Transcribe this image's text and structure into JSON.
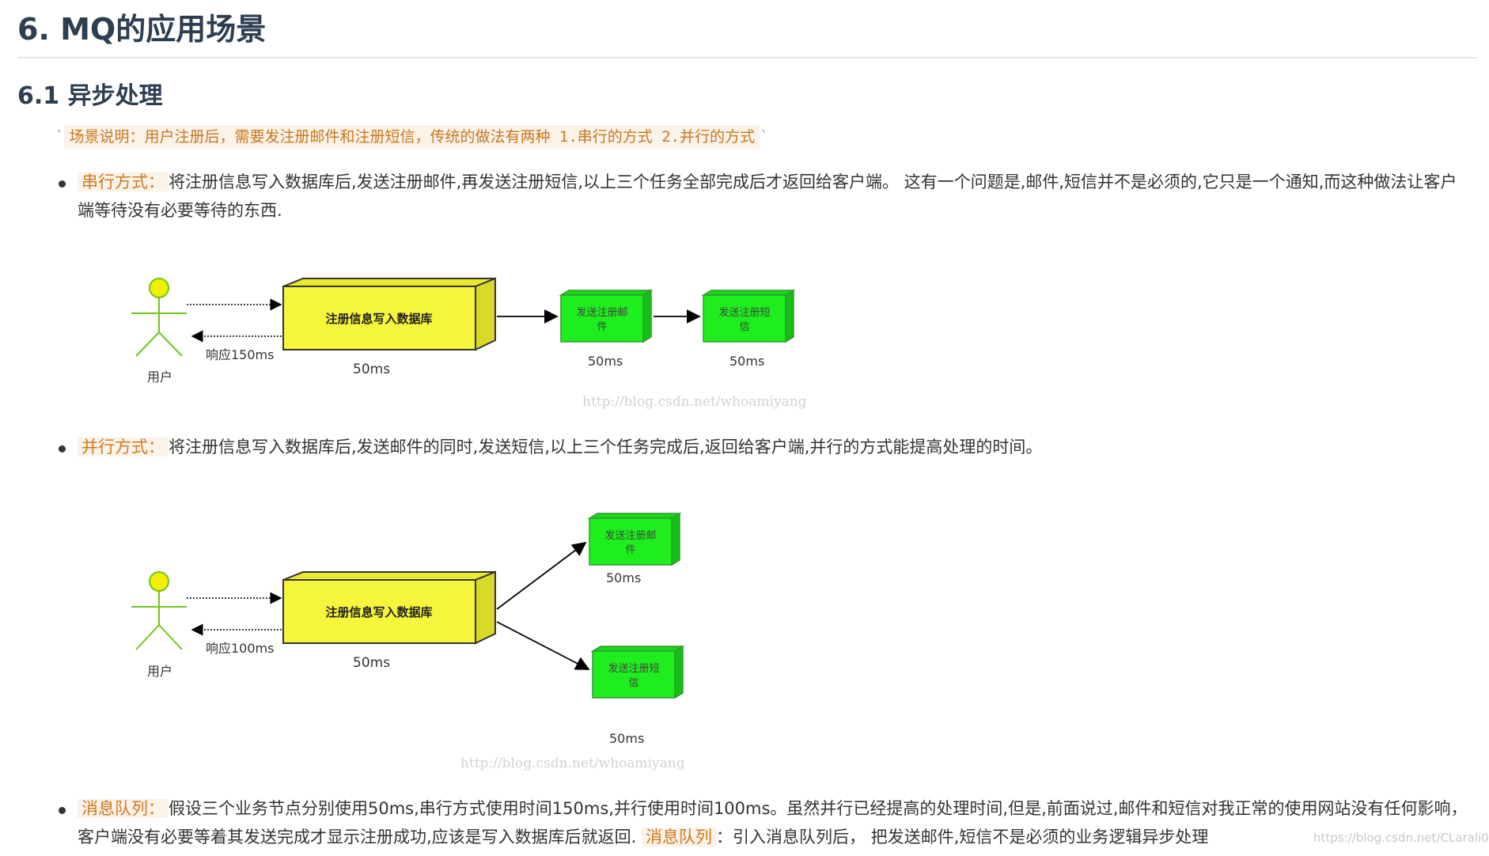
{
  "heading1": "6. MQ的应用场景",
  "heading2": "6.1 异步处理",
  "scenario": {
    "text": "场景说明：用户注册后，需要发注册邮件和注册短信，传统的做法有两种 1.串行的方式 2.并行的方式"
  },
  "serial": {
    "label": "串行方式：",
    "text": "将注册信息写入数据库后,发送注册邮件,再发送注册短信,以上三个任务全部完成后才返回给客户端。 这有一个问题是,邮件,短信并不是必须的,它只是一个通知,而这种做法让客户端等待没有必要等待的东西."
  },
  "diagram1": {
    "user_label": "用户",
    "response_label": "响应150ms",
    "db_box": "注册信息写入数据库",
    "db_time": "50ms",
    "email_box_line1": "发送注册邮",
    "email_box_line2": "件",
    "email_time": "50ms",
    "sms_box_line1": "发送注册短",
    "sms_box_line2": "信",
    "sms_time": "50ms",
    "watermark": "http://blog.csdn.net/whoamiyang"
  },
  "parallel": {
    "label": "并行方式：",
    "text": "将注册信息写入数据库后,发送邮件的同时,发送短信,以上三个任务完成后,返回给客户端,并行的方式能提高处理的时间。"
  },
  "diagram2": {
    "user_label": "用户",
    "response_label": "响应100ms",
    "db_box": "注册信息写入数据库",
    "db_time": "50ms",
    "email_box_line1": "发送注册邮",
    "email_box_line2": "件",
    "email_time": "50ms",
    "sms_box_line1": "发送注册短",
    "sms_box_line2": "信",
    "sms_time": "50ms",
    "watermark": "http://blog.csdn.net/whoamiyang"
  },
  "mq": {
    "label": "消息队列：",
    "text1": "假设三个业务节点分别使用50ms,串行方式使用时间150ms,并行使用时间100ms。虽然并行已经提高的处理时间,但是,前面说过,邮件和短信对我正常的使用网站没有任何影响， 客户端没有必要等着其发送完成才显示注册成功,应该是写入数据库后就返回.",
    "label2": "消息队列",
    "text2": "：引入消息队列后， 把发送邮件,短信不是必须的业务逻辑异步处理"
  },
  "corner_watermark": "https://blog.csdn.net/CLarali0",
  "colors": {
    "heading": "#2c3e50",
    "highlight_text": "#d07a1e",
    "highlight_bg": "#fbf2e8",
    "db_box_fill": "#f5f53c",
    "task_box_fill": "#1eee1e",
    "user_icon_fill": "#f0f000",
    "user_icon_stroke": "#74c41a"
  }
}
